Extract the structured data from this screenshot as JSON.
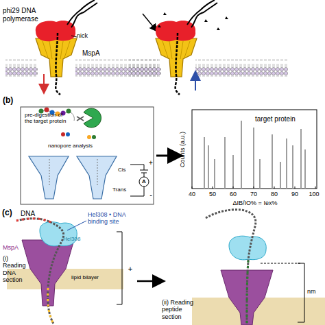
{
  "diagram": {
    "labels": [
      "phi29 DNA polymerase",
      "nick",
      "MspA",
      "(b)",
      "pre-digestion of the target protein",
      "nanopore analysis",
      "Cis",
      "Trans",
      "+",
      "-",
      "A",
      "target protein",
      "Counts (a.u.)",
      "40",
      "50",
      "60",
      "70",
      "80",
      "90",
      "100",
      "ΔIB/IO% = Iex%",
      "(c)",
      "DNA",
      "Hel308 • DNA binding site",
      "Hel308",
      "(i) Reading DNA section",
      "MspA",
      "lipid bilayer",
      "+",
      "(ii) Reading peptide section",
      "nm"
    ]
  }
}
